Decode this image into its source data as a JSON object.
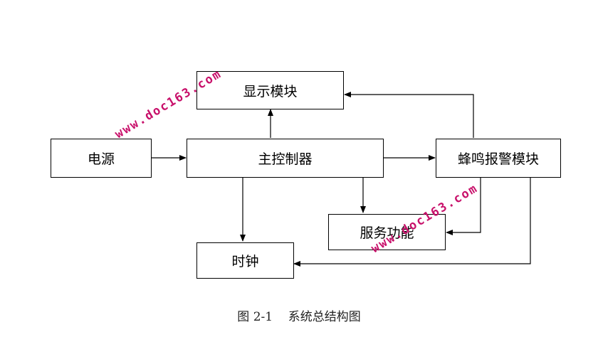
{
  "diagram": {
    "nodes": {
      "display": "显示模块",
      "power": "电源",
      "controller": "主控制器",
      "buzzer": "蜂鸣报警模块",
      "service": "服务功能",
      "clock": "时钟"
    },
    "caption": "图 2-1    系统总结构图"
  },
  "watermark": "www.doc163.com"
}
